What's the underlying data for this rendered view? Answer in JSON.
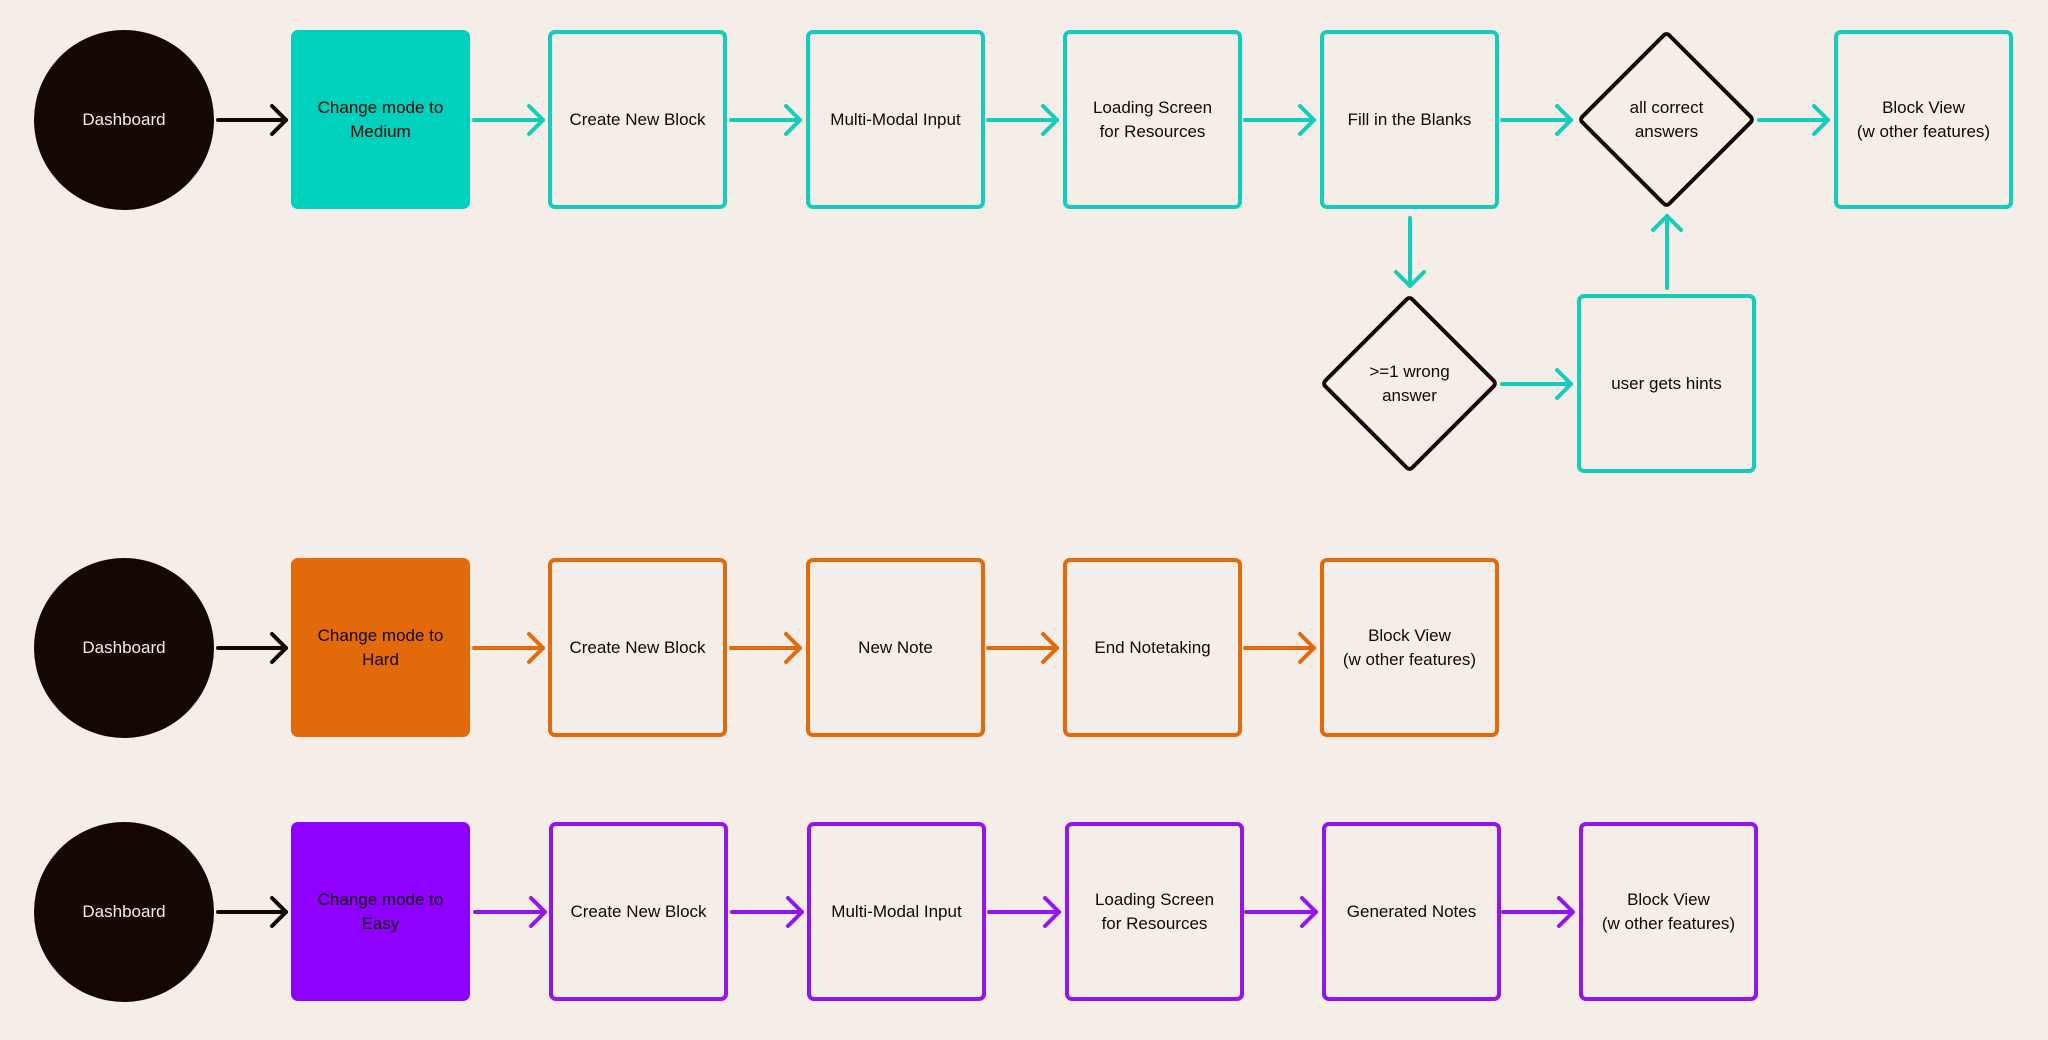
{
  "colors": {
    "teal": "#13CDBA",
    "teal_fill": "#00D1BC",
    "orange": "#E36A0A",
    "purple": "#9314EC",
    "purple_fill": "#8E00FF",
    "dark": "#140704",
    "background": "#F4EDE8"
  },
  "medium_flow": {
    "start": "Dashboard",
    "mode": "Change mode to\nMedium",
    "steps": [
      "Create New Block",
      "Multi-Modal Input",
      "Loading Screen\nfor Resources",
      "Fill in the Blanks"
    ],
    "decision_correct": "all correct\nanswers",
    "end": "Block View\n(w other features)",
    "decision_wrong": ">=1 wrong\nanswer",
    "hints": "user gets hints"
  },
  "hard_flow": {
    "start": "Dashboard",
    "mode": "Change mode to\nHard",
    "steps": [
      "Create New Block",
      "New Note",
      "End Notetaking"
    ],
    "end": "Block View\n(w other features)"
  },
  "easy_flow": {
    "start": "Dashboard",
    "mode": "Change mode to\nEasy",
    "steps": [
      "Create New Block",
      "Multi-Modal Input",
      "Loading Screen\nfor Resources",
      "Generated Notes"
    ],
    "end": "Block View\n(w other features)"
  }
}
